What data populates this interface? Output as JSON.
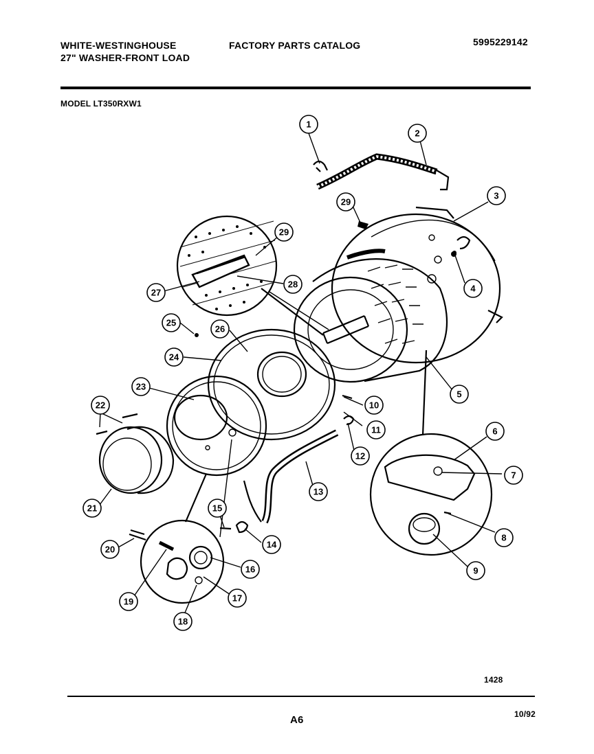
{
  "header": {
    "brand": "WHITE-WESTINGHOUSE",
    "product": "27\" WASHER-FRONT LOAD",
    "catalog": "FACTORY PARTS CATALOG",
    "part_number": "5995229142",
    "model": "MODEL LT350RXW1"
  },
  "footer": {
    "figure_number": "1428",
    "page": "A6",
    "date": "10/92"
  },
  "callouts": [
    "1",
    "2",
    "3",
    "4",
    "5",
    "6",
    "7",
    "8",
    "9",
    "10",
    "11",
    "12",
    "13",
    "14",
    "15",
    "16",
    "17",
    "18",
    "19",
    "20",
    "21",
    "22",
    "23",
    "24",
    "25",
    "26",
    "27",
    "28",
    "29"
  ]
}
